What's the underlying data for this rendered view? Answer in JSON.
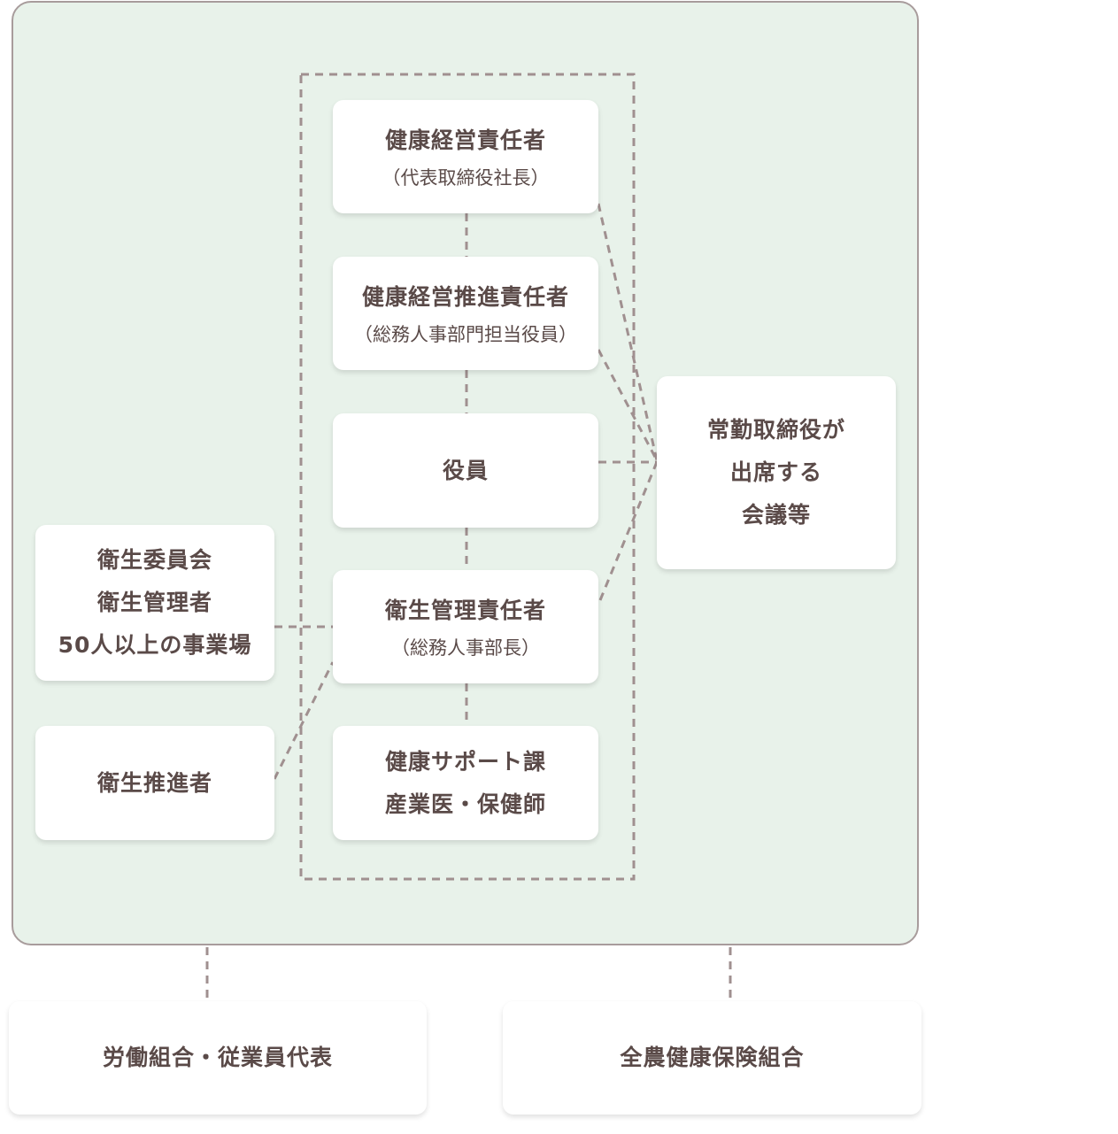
{
  "boxes": {
    "ceo": {
      "title": "健康経営責任者",
      "sub": "（代表取締役社長）"
    },
    "promoter": {
      "title": "健康経営推進責任者",
      "sub": "（総務人事部門担当役員）"
    },
    "officers": {
      "title": "役員"
    },
    "hygiene_mgr": {
      "title": "衛生管理責任者",
      "sub": "（総務人事部長）"
    },
    "support": {
      "line1": "健康サポート課",
      "line2": "産業医・保健師"
    },
    "committee": {
      "line1": "衛生委員会",
      "line2": "衛生管理者",
      "line3": "50人以上の事業場"
    },
    "hygiene_promoter": {
      "title": "衛生推進者"
    },
    "meeting": {
      "line1": "常勤取締役が",
      "line2": "出席する",
      "line3": "会議等"
    },
    "union": {
      "title": "労働組合・従業員代表"
    },
    "insurance": {
      "title": "全農健康保険組合"
    }
  },
  "colors": {
    "background": "#e8f2ea",
    "text": "#5a4a48",
    "dash": "#a09090"
  }
}
